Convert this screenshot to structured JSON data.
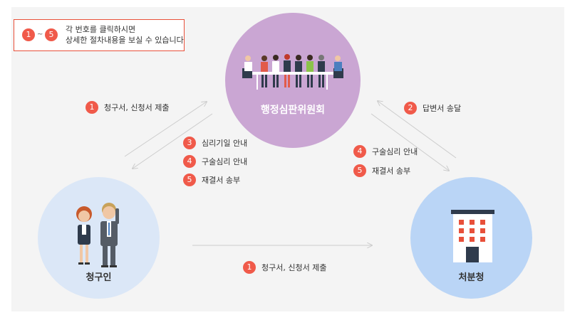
{
  "notice": {
    "badge_start": "1",
    "separator": "~",
    "badge_end": "5",
    "line1": "각 번호를 클릭하시면",
    "line2": "상세한 절차내용을 보실 수 있습니다"
  },
  "nodes": {
    "committee": "행정심판위원회",
    "claimant": "청구인",
    "agency": "처분청"
  },
  "steps": {
    "claimant_to_committee": {
      "num": "1",
      "label": "청구서, 신청서 제출"
    },
    "committee_to_claimant": [
      {
        "num": "3",
        "label": "심리기일 안내"
      },
      {
        "num": "4",
        "label": "구술심리 안내"
      },
      {
        "num": "5",
        "label": "재결서 송부"
      }
    ],
    "agency_to_committee": {
      "num": "2",
      "label": "답변서 송달"
    },
    "committee_to_agency": [
      {
        "num": "4",
        "label": "구술심리 안내"
      },
      {
        "num": "5",
        "label": "재결서 송부"
      }
    ],
    "claimant_to_agency": {
      "num": "1",
      "label": "청구서, 신청서 제출"
    }
  },
  "colors": {
    "badge": "#f05a4a",
    "committee_circle": "#caa6d3",
    "claimant_circle": "#dbe7f7",
    "agency_circle": "#bad5f6",
    "arrow": "#cccccc"
  },
  "icons": {
    "committee": "meeting-people-icon",
    "claimant": "two-people-icon",
    "agency": "office-building-icon"
  }
}
